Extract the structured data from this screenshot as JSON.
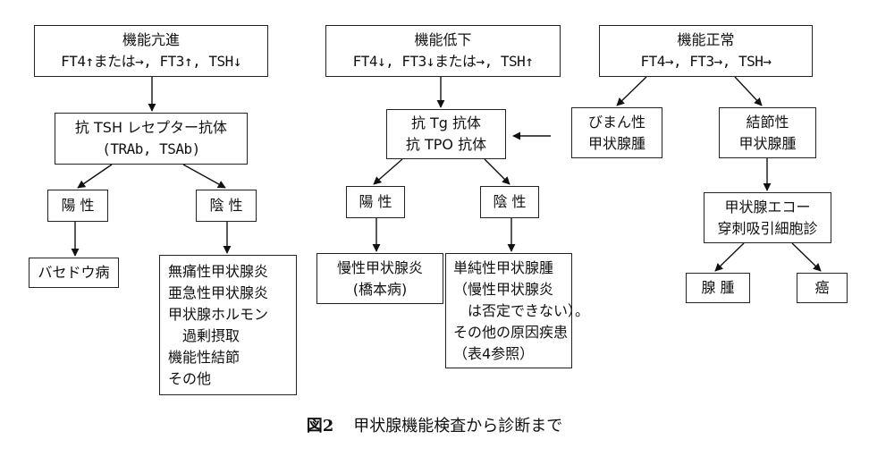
{
  "diagram": {
    "type": "flowchart",
    "topic": "thyroid function tests to diagnosis",
    "nodes": {
      "hyper": {
        "title": "機能亢進",
        "detail": "FT4↑または→, FT3↑, TSH↓"
      },
      "hypo": {
        "title": "機能低下",
        "detail": "FT4↓, FT3↓または→, TSH↑"
      },
      "normal": {
        "title": "機能正常",
        "detail": "FT4→, FT3→, TSH→"
      },
      "tsh_receptor_ab": {
        "line1": "抗 TSH レセプター抗体",
        "line2": "(TRAb, TSAb)"
      },
      "tg_tpo_ab": {
        "line1": "抗 Tg 抗体",
        "line2": "抗 TPO 抗体"
      },
      "diffuse_goiter": {
        "line1": "びまん性",
        "line2": "甲状腺腫"
      },
      "nodular_goiter": {
        "line1": "結節性",
        "line2": "甲状腺腫"
      },
      "hyper_positive": {
        "label": "陽 性"
      },
      "hyper_negative": {
        "label": "陰 性"
      },
      "hypo_positive": {
        "label": "陽 性"
      },
      "hypo_negative": {
        "label": "陰 性"
      },
      "graves": {
        "label": "バセドウ病"
      },
      "hyper_negative_causes": {
        "lines": [
          "無痛性甲状腺炎",
          "亜急性甲状腺炎",
          "甲状腺ホルモン",
          "　過剰摂取",
          "機能性結節",
          "その他"
        ]
      },
      "hashimoto": {
        "line1": "慢性甲状腺炎",
        "line2": "(橋本病)"
      },
      "simple_goiter": {
        "lines": [
          "単純性甲状腺腫",
          "（慢性甲状腺炎",
          "　は否定できない）。",
          "その他の原因疾患",
          "（表4参照）"
        ]
      },
      "echo_fna": {
        "line1": "甲状腺エコー",
        "line2": "穿刺吸引細胞診"
      },
      "adenoma": {
        "label": "腺 腫"
      },
      "cancer": {
        "label": "癌"
      }
    },
    "edges": [
      {
        "from": "hyper",
        "to": "tsh_receptor_ab"
      },
      {
        "from": "tsh_receptor_ab",
        "to": "hyper_positive"
      },
      {
        "from": "tsh_receptor_ab",
        "to": "hyper_negative"
      },
      {
        "from": "hyper_positive",
        "to": "graves"
      },
      {
        "from": "hyper_negative",
        "to": "hyper_negative_causes"
      },
      {
        "from": "hypo",
        "to": "tg_tpo_ab"
      },
      {
        "from": "tg_tpo_ab",
        "to": "hypo_positive"
      },
      {
        "from": "tg_tpo_ab",
        "to": "hypo_negative"
      },
      {
        "from": "hypo_positive",
        "to": "hashimoto"
      },
      {
        "from": "hypo_negative",
        "to": "simple_goiter"
      },
      {
        "from": "diffuse_goiter",
        "to": "tg_tpo_ab"
      },
      {
        "from": "normal",
        "to": "diffuse_goiter"
      },
      {
        "from": "normal",
        "to": "nodular_goiter"
      },
      {
        "from": "nodular_goiter",
        "to": "echo_fna"
      },
      {
        "from": "echo_fna",
        "to": "adenoma"
      },
      {
        "from": "echo_fna",
        "to": "cancer"
      }
    ]
  },
  "caption": {
    "figure_label": "図2",
    "text": "甲状腺機能検査から診断まで"
  }
}
